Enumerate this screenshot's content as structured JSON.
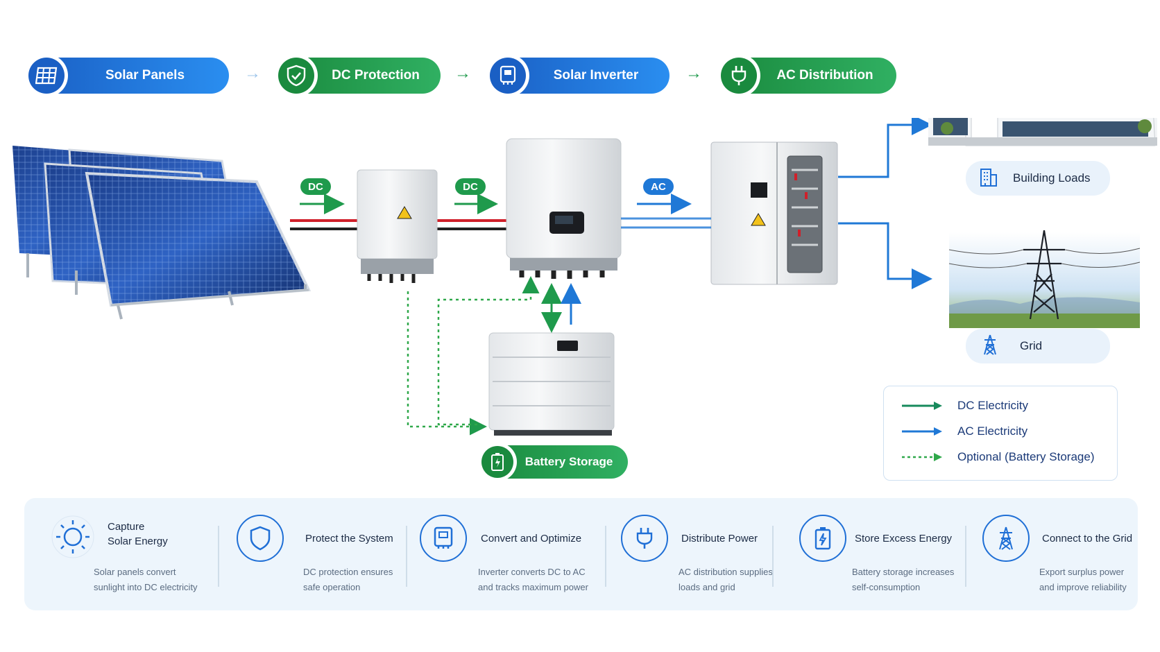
{
  "flow_steps": [
    {
      "label": "Solar Panels",
      "icon": "solar-panel-icon",
      "color": "blue"
    },
    {
      "label": "DC Protection",
      "icon": "shield-check-icon",
      "color": "green"
    },
    {
      "label": "Solar Inverter",
      "icon": "inverter-icon",
      "color": "blue"
    },
    {
      "label": "AC Distribution",
      "icon": "plug-icon",
      "color": "green"
    }
  ],
  "flow_tags": {
    "dc1": "DC",
    "dc2": "DC",
    "ac": "AC"
  },
  "loads": {
    "building": {
      "label": "Building Loads",
      "icon": "building-icon"
    },
    "grid": {
      "label": "Grid",
      "icon": "transmission-tower-icon"
    }
  },
  "battery": {
    "label": "Battery Storage",
    "icon": "battery-icon"
  },
  "legend": [
    {
      "label": "DC Electricity",
      "style": "solid",
      "color": "#178a5c"
    },
    {
      "label": "AC Electricity",
      "style": "solid",
      "color": "#1f78d6"
    },
    {
      "label": "Optional (Battery Storage)",
      "style": "dotted",
      "color": "#2fa84a"
    }
  ],
  "steps": [
    {
      "title": "Capture\nSolar Energy",
      "desc": "Solar panels convert\nsunlight into DC electricity",
      "icon": "sun-icon"
    },
    {
      "title": "Protect the System",
      "desc": "DC protection ensures\nsafe operation",
      "icon": "shield-icon"
    },
    {
      "title": "Convert and Optimize",
      "desc": "Inverter converts DC to AC\nand tracks maximum power",
      "icon": "inverter-icon"
    },
    {
      "title": "Distribute Power",
      "desc": "AC distribution supplies\nloads and grid",
      "icon": "plug-icon"
    },
    {
      "title": "Store Excess Energy",
      "desc": "Battery storage increases\nself-consumption",
      "icon": "battery-icon"
    },
    {
      "title": "Connect to the Grid",
      "desc": "Export surplus power\nand improve reliability",
      "icon": "transmission-tower-icon"
    }
  ],
  "colors": {
    "blue": "#1f6fd6",
    "green": "#1f9a4c",
    "dc_arrow": "#1f9a4c",
    "ac_arrow": "#1f78d6",
    "cable_red": "#d0202a"
  }
}
